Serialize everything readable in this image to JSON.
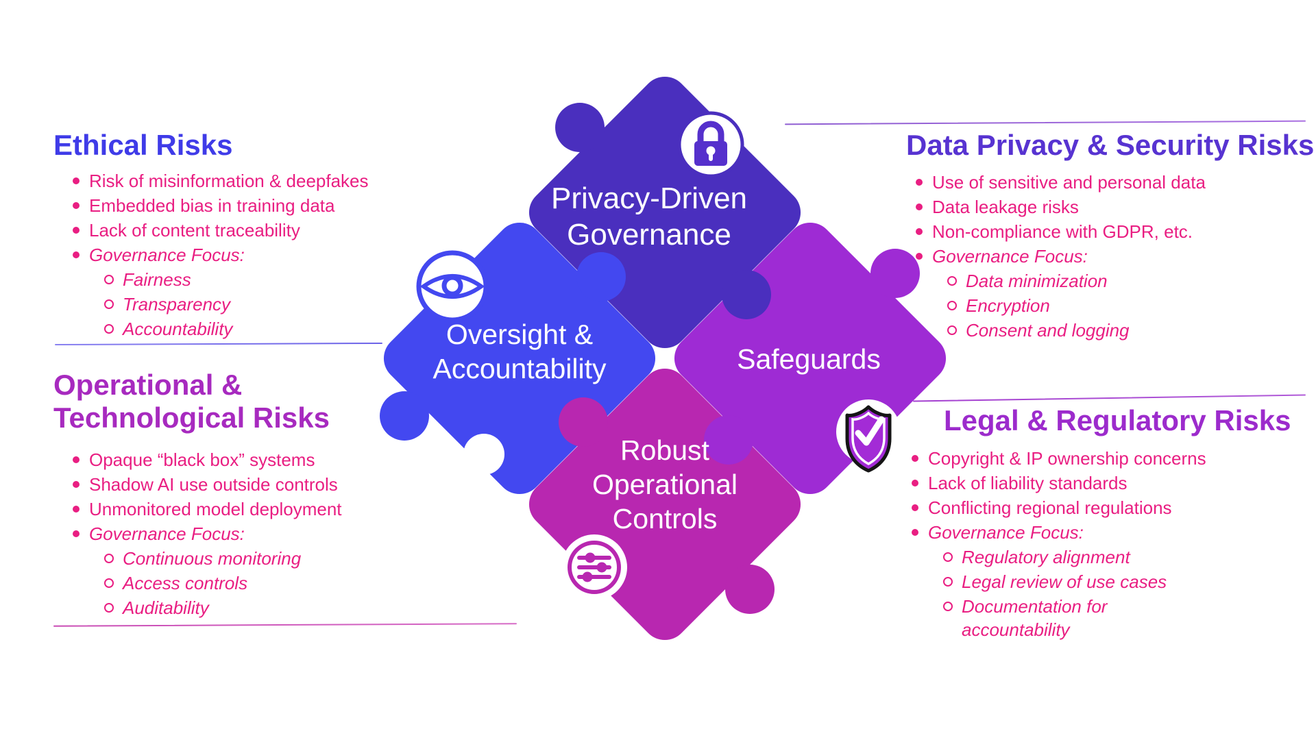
{
  "colors": {
    "bullet_text": "#E91E82",
    "heading_ethical": "#3F3BE8",
    "heading_privacy": "#5733D1",
    "heading_operational": "#A72ABF",
    "heading_legal": "#9C2BCC",
    "piece_top": "#4A2FBE",
    "piece_left": "#4348F0",
    "piece_right": "#9E2BD4",
    "piece_bottom": "#B827B0",
    "piece_label_text": "#FFFFFF"
  },
  "sections": {
    "ethical": {
      "title": "Ethical Risks",
      "bullets": [
        "Risk of misinformation & deepfakes",
        "Embedded bias in training data",
        "Lack of content traceability"
      ],
      "governance_label": "Governance Focus:",
      "governance_items": [
        "Fairness",
        "Transparency",
        "Accountability"
      ]
    },
    "privacy": {
      "title": "Data Privacy & Security Risks",
      "bullets": [
        "Use of sensitive and personal data",
        "Data leakage risks",
        "Non-compliance with GDPR, etc."
      ],
      "governance_label": "Governance Focus:",
      "governance_items": [
        "Data minimization",
        "Encryption",
        "Consent and logging"
      ]
    },
    "operational": {
      "title": "Operational & Technological Risks",
      "bullets": [
        "Opaque “black box” systems",
        "Shadow AI use outside controls",
        "Unmonitored model deployment"
      ],
      "governance_label": "Governance Focus:",
      "governance_items": [
        "Continuous monitoring",
        "Access controls",
        "Auditability"
      ]
    },
    "legal": {
      "title": "Legal & Regulatory Risks",
      "bullets": [
        "Copyright & IP ownership concerns",
        "Lack of liability standards",
        "Conflicting regional regulations"
      ],
      "governance_label": "Governance Focus:",
      "governance_items": [
        "Regulatory alignment",
        "Legal review of use cases",
        "Documentation for accountability"
      ]
    }
  },
  "puzzle": {
    "top": {
      "label": "Privacy-Driven Governance",
      "icon": "lock-icon"
    },
    "left": {
      "label": "Oversight & Accountability",
      "icon": "eye-icon"
    },
    "right": {
      "label": "Safeguards",
      "icon": "shield-check-icon"
    },
    "bottom": {
      "label": "Robust Operational Controls",
      "icon": "sliders-icon"
    }
  }
}
